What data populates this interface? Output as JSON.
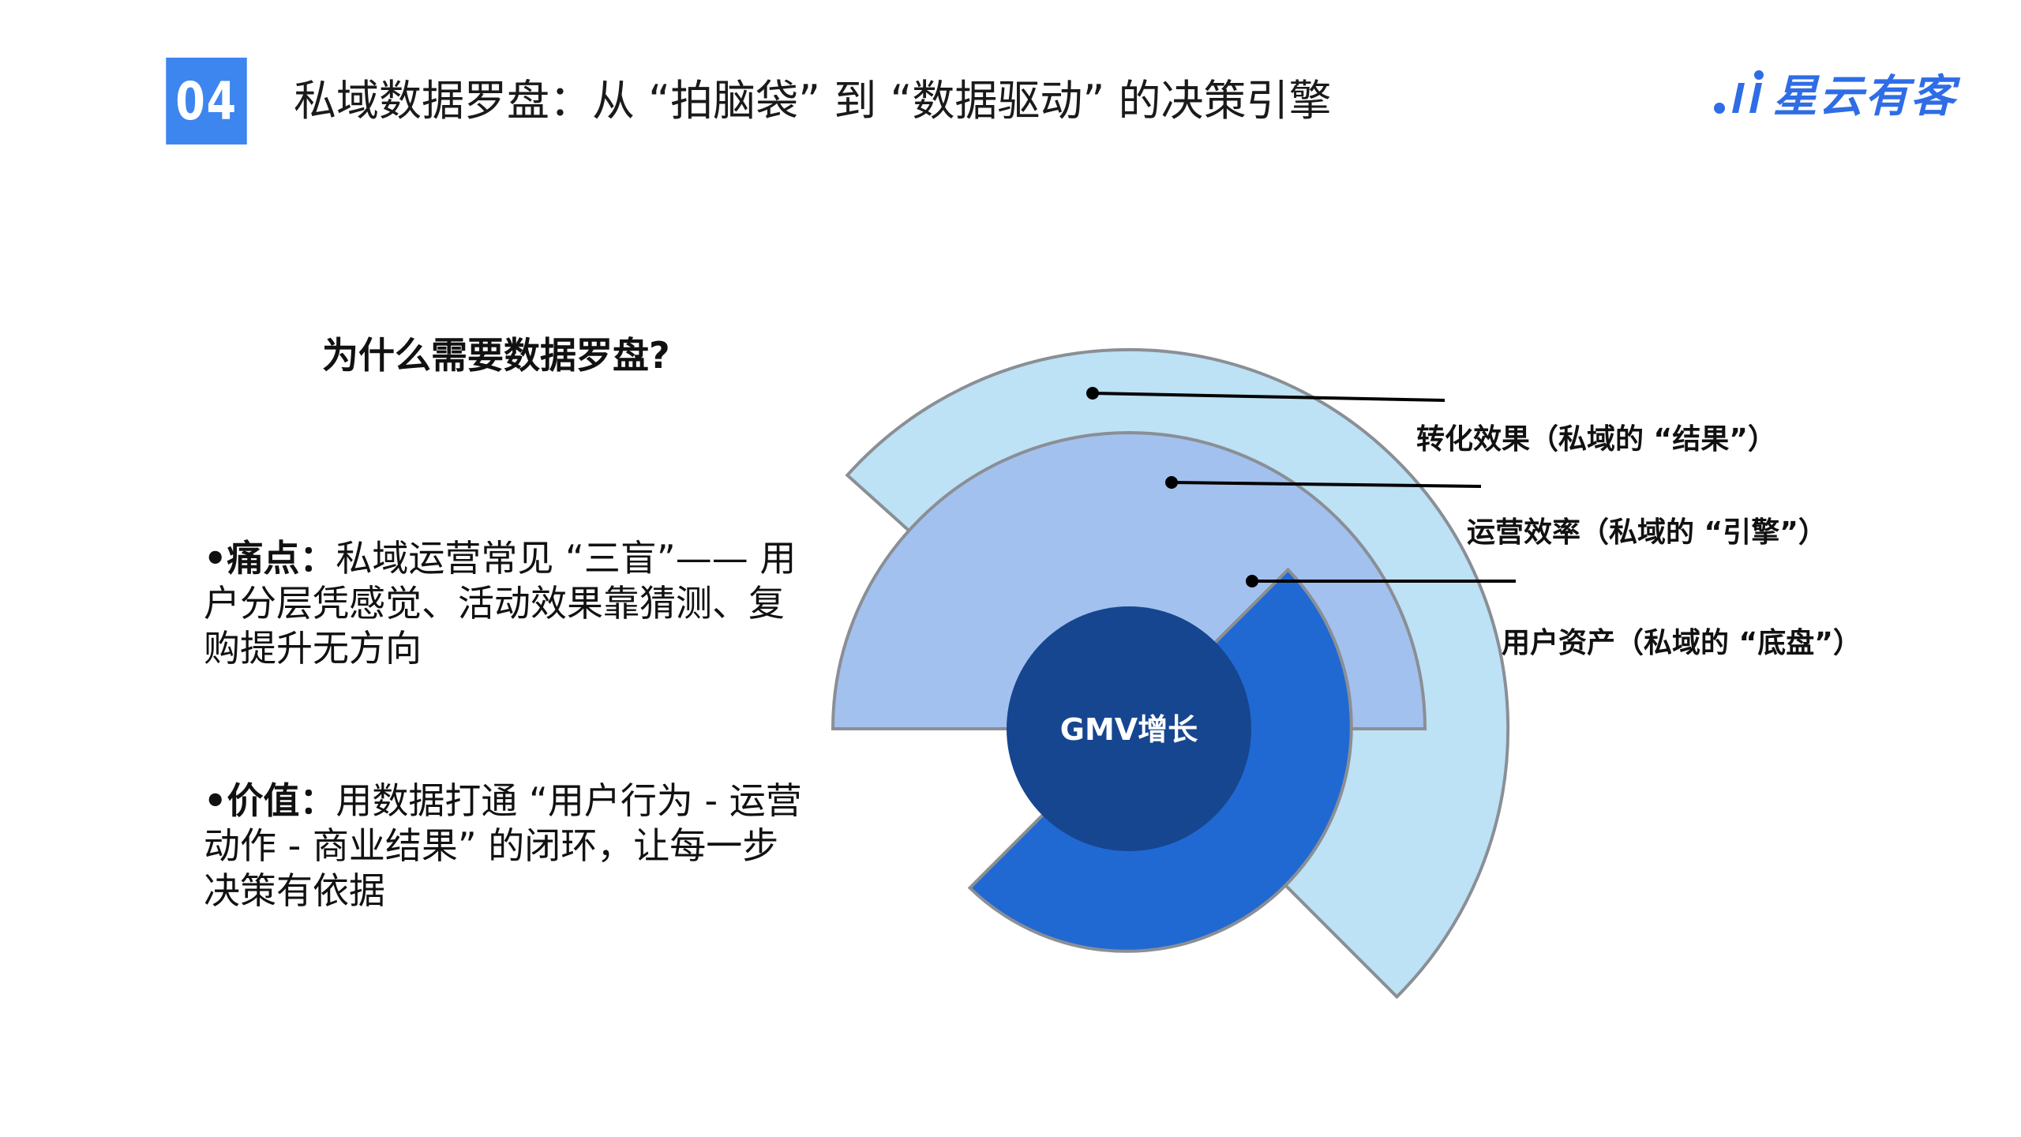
{
  "header": {
    "section_number": "04",
    "title": "私域数据罗盘：从 “拍脑袋” 到 “数据驱动” 的决策引擎",
    "logo_text": "星云有客"
  },
  "question": "为什么需要数据罗盘?",
  "pain": {
    "lead": "•痛点：",
    "text": "私域运营常见 “三盲”—— 用户分层凭感觉、活动效果靠猜测、复购提升无方向"
  },
  "value": {
    "lead": "•价值：",
    "text": "用数据打通 “用户行为 - 运营动作 - 商业结果” 的闭环，让每一步决策有依据"
  },
  "diagram": {
    "center_label": "GMV增长",
    "rings": [
      {
        "label": "转化效果（私域的 “结果”）",
        "color": "#bde1f5"
      },
      {
        "label": "运营效率（私域的 “引擎”）",
        "color": "#a3c1ef"
      },
      {
        "label": "用户资产（私域的 “底盘”）",
        "color": "#2069d3"
      }
    ],
    "center_color": "#174690"
  }
}
